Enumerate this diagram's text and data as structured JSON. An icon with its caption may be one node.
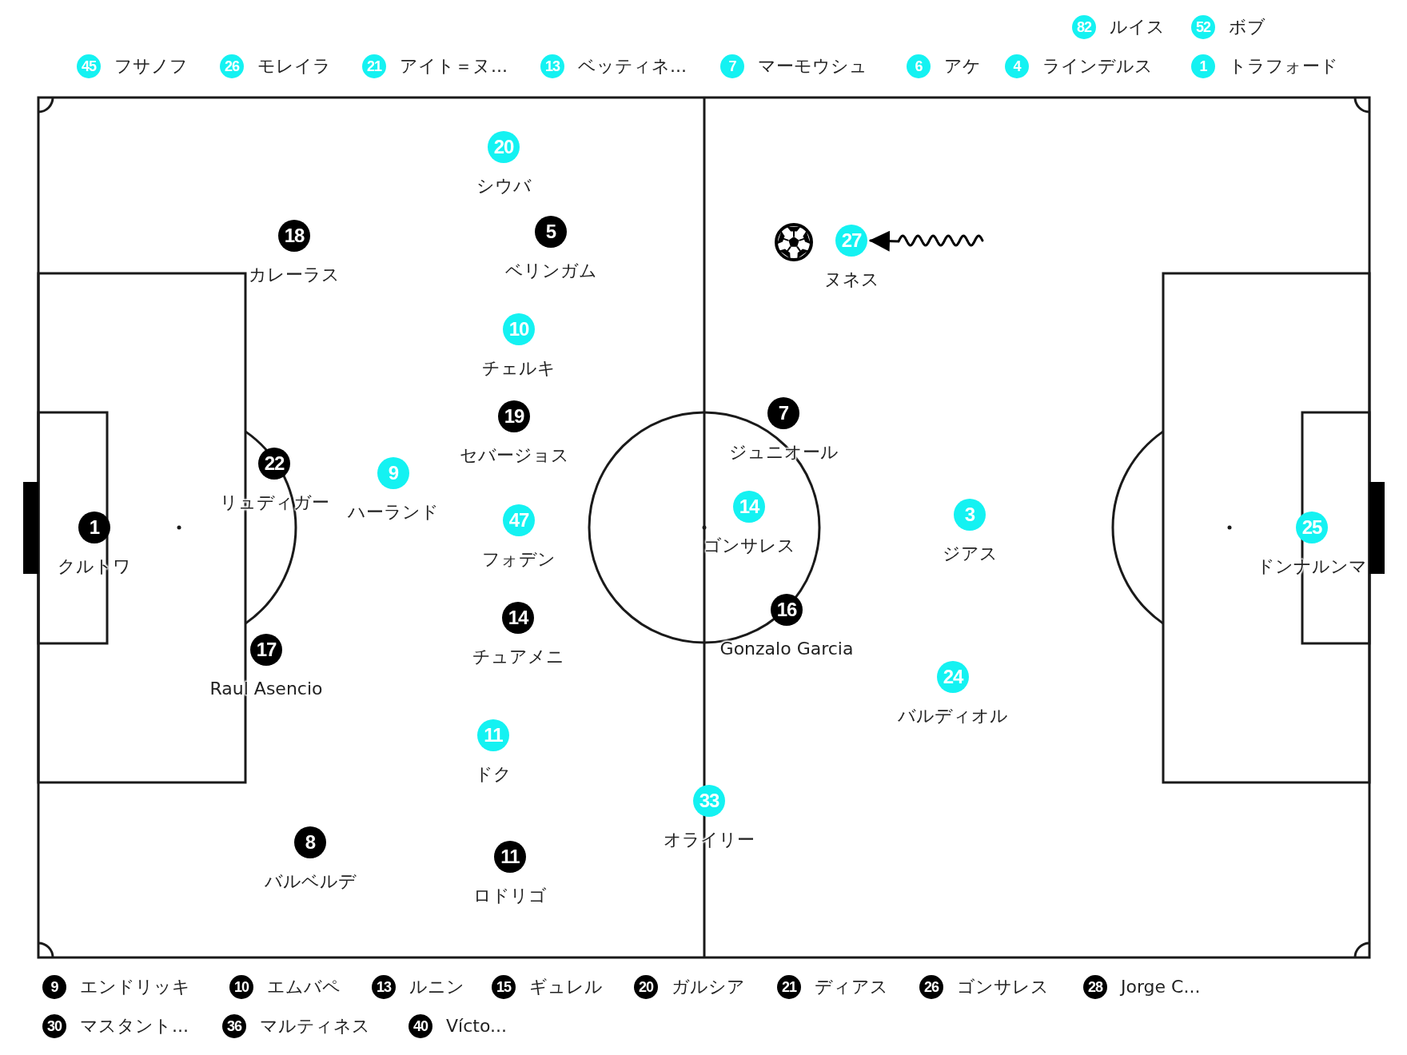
{
  "diagram": {
    "nodes": [
      {
        "text": [
          "82"
        ],
        "beside": [
          "ルイス"
        ]
      },
      {
        "text": [
          "52"
        ],
        "beside": [
          "ボブ"
        ]
      },
      {
        "text": [
          "45"
        ],
        "beside": [
          "フサノフ"
        ]
      },
      {
        "text": [
          "26"
        ],
        "beside": [
          "モレイラ"
        ]
      },
      {
        "text": [
          "21"
        ],
        "beside": [
          "アイト＝ヌ..."
        ]
      },
      {
        "text": [
          "13"
        ],
        "beside": [
          "ベッティネ..."
        ]
      },
      {
        "text": [
          "7"
        ],
        "beside": [
          "マーモウシュ"
        ]
      },
      {
        "text": [
          "6"
        ],
        "beside": [
          "アケ"
        ]
      },
      {
        "text": [
          "4"
        ],
        "beside": [
          "ラインデルス"
        ]
      },
      {
        "text": [
          "1"
        ],
        "beside": [
          "トラフォード"
        ]
      },
      {
        "text": [
          "20"
        ],
        "beside": [
          "シウバ"
        ]
      },
      {
        "text": [
          "18"
        ],
        "beside": [
          "カレーラス"
        ]
      },
      {
        "text": [
          "5"
        ],
        "beside": [
          "ベリンガム"
        ]
      },
      {
        "text": [
          "27"
        ],
        "beside": [
          "ヌネス"
        ]
      },
      {
        "text": [
          "10"
        ],
        "beside": [
          "チェルキ"
        ]
      },
      {
        "text": [
          "19"
        ],
        "beside": [
          "セバージョス"
        ]
      },
      {
        "text": [
          "7"
        ],
        "beside": [
          "ジュニオール"
        ]
      },
      {
        "text": [
          "22"
        ],
        "beside": [
          "リュディガー"
        ]
      },
      {
        "text": [
          "9"
        ],
        "beside": [
          "ハーランド"
        ]
      },
      {
        "text": [
          "1"
        ],
        "beside": [
          "クルトワ"
        ]
      },
      {
        "text": [
          "47"
        ],
        "beside": [
          "フォデン"
        ]
      },
      {
        "text": [
          "14"
        ],
        "beside": [
          "ゴンサレス"
        ]
      },
      {
        "text": [
          "3"
        ],
        "beside": [
          "ジアス"
        ]
      },
      {
        "text": [
          "25"
        ],
        "beside": [
          "ドンナルンマ"
        ]
      },
      {
        "text": [
          "16"
        ],
        "beside": [
          "Gonzalo Garcia"
        ]
      },
      {
        "text": [
          "14"
        ],
        "beside": [
          "チュアメニ"
        ]
      },
      {
        "text": [
          "17"
        ],
        "beside": [
          "Raul Asencio"
        ]
      },
      {
        "text": [
          "24"
        ],
        "beside": [
          "バルディオル"
        ]
      },
      {
        "text": [
          "11"
        ],
        "beside": [
          "ドク"
        ]
      },
      {
        "text": [
          "33"
        ],
        "beside": [
          "オライリー"
        ]
      },
      {
        "text": [
          "8"
        ],
        "beside": [
          "バルベルデ"
        ]
      },
      {
        "text": [
          "11"
        ],
        "beside": [
          "ロドリゴ"
        ]
      },
      {
        "text": [
          "9"
        ],
        "beside": [
          "エンドリッキ"
        ]
      },
      {
        "text": [
          "10"
        ],
        "beside": [
          "エムバペ"
        ]
      },
      {
        "text": [
          "13"
        ],
        "beside": [
          "ルニン"
        ]
      },
      {
        "text": [
          "15"
        ],
        "beside": [
          "ギュレル"
        ]
      },
      {
        "text": [
          "20"
        ],
        "beside": [
          "ガルシア"
        ]
      },
      {
        "text": [
          "21"
        ],
        "beside": [
          "ディアス"
        ]
      },
      {
        "text": [
          "26"
        ],
        "beside": [
          "ゴンサレス"
        ]
      },
      {
        "text": [
          "28"
        ],
        "beside": [
          "Jorge C..."
        ]
      },
      {
        "text": [
          "30"
        ],
        "beside": [
          "マスタント..."
        ]
      },
      {
        "text": [
          "36"
        ],
        "beside": [
          "マルティネス"
        ]
      },
      {
        "text": [
          "40"
        ],
        "beside": [
          "Vícto..."
        ]
      }
    ],
    "edges": [
      {
        "from": null,
        "to": 13,
        "arrow": "to"
      }
    ]
  }
}
